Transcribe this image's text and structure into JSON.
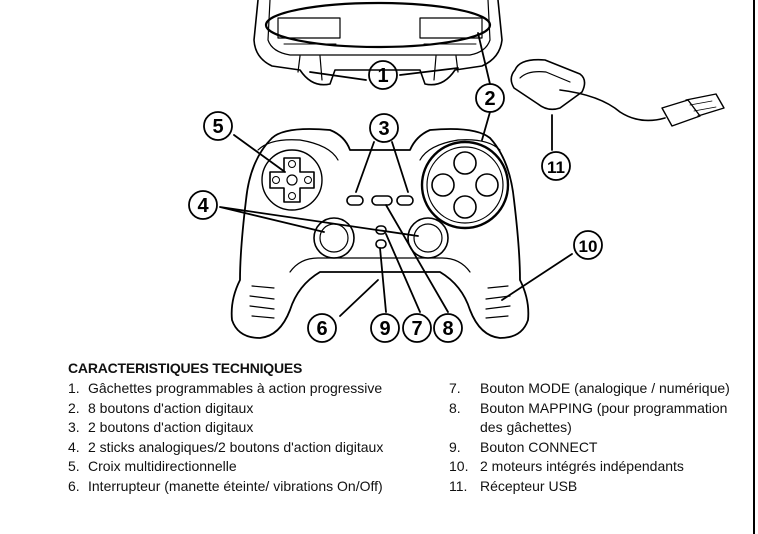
{
  "callouts": {
    "c1": "1",
    "c2": "2",
    "c3": "3",
    "c4": "4",
    "c5": "5",
    "c6": "6",
    "c7": "7",
    "c8": "8",
    "c9": "9",
    "c10": "10",
    "c11": "11"
  },
  "specs": {
    "title": "CARACTERISTIQUES TECHNIQUES",
    "left": [
      {
        "num": "1.",
        "text": "Gâchettes programmables à action progressive"
      },
      {
        "num": "2.",
        "text": "8 boutons d'action digitaux"
      },
      {
        "num": "3.",
        "text": "2 boutons d'action digitaux"
      },
      {
        "num": "4.",
        "text": "2 sticks analogiques/2 boutons d'action digitaux"
      },
      {
        "num": "5.",
        "text": "Croix multidirectionnelle"
      },
      {
        "num": "6.",
        "text": "Interrupteur (manette éteinte/ vibrations On/Off)"
      }
    ],
    "right": [
      {
        "num": "7.",
        "text": "Bouton MODE (analogique / numérique)"
      },
      {
        "num": "8.",
        "text": "Bouton MAPPING (pour programmation des gâchettes)"
      },
      {
        "num": "9.",
        "text": "Bouton CONNECT"
      },
      {
        "num": "10.",
        "text": "2 moteurs intégrés indépendants"
      },
      {
        "num": "11.",
        "text": "Récepteur USB"
      }
    ]
  }
}
